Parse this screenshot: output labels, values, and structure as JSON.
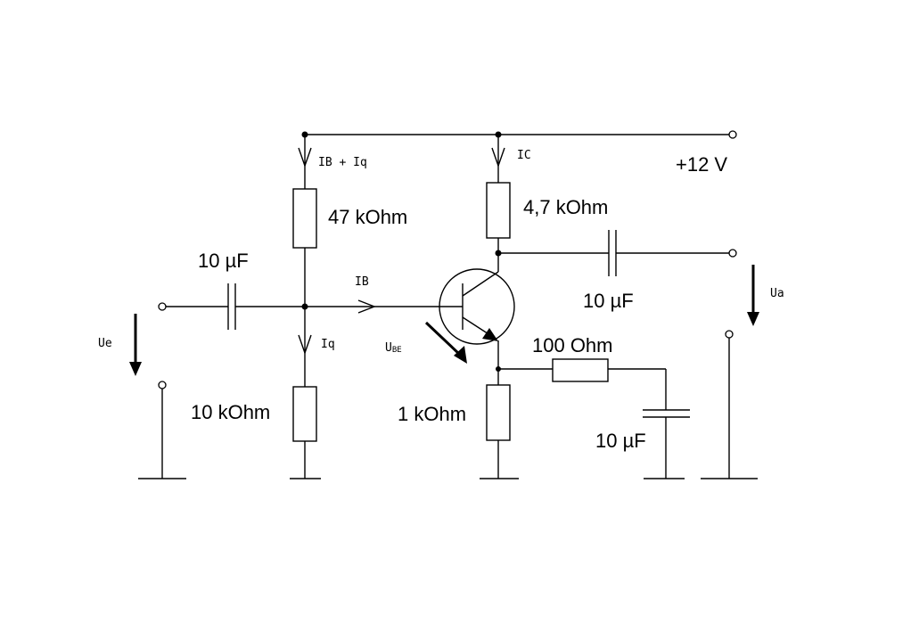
{
  "labels": {
    "supply": "+12 V",
    "r1": "47 kOhm",
    "r2": "10 kOhm",
    "rc": "4,7 kOhm",
    "re": "1 kOhm",
    "r_series": "100 Ohm",
    "c_in": "10 µF",
    "c_out": "10 µF",
    "c_emitter": "10 µF"
  },
  "currents": {
    "divider_top_main": "IB + Iq",
    "base_main": "IB",
    "divider_bottom_main": "Iq",
    "collector_main": "IC"
  },
  "voltages": {
    "input": "Ue",
    "output": "Ua",
    "base_emitter_main": "U",
    "base_emitter_sub": "BE"
  }
}
